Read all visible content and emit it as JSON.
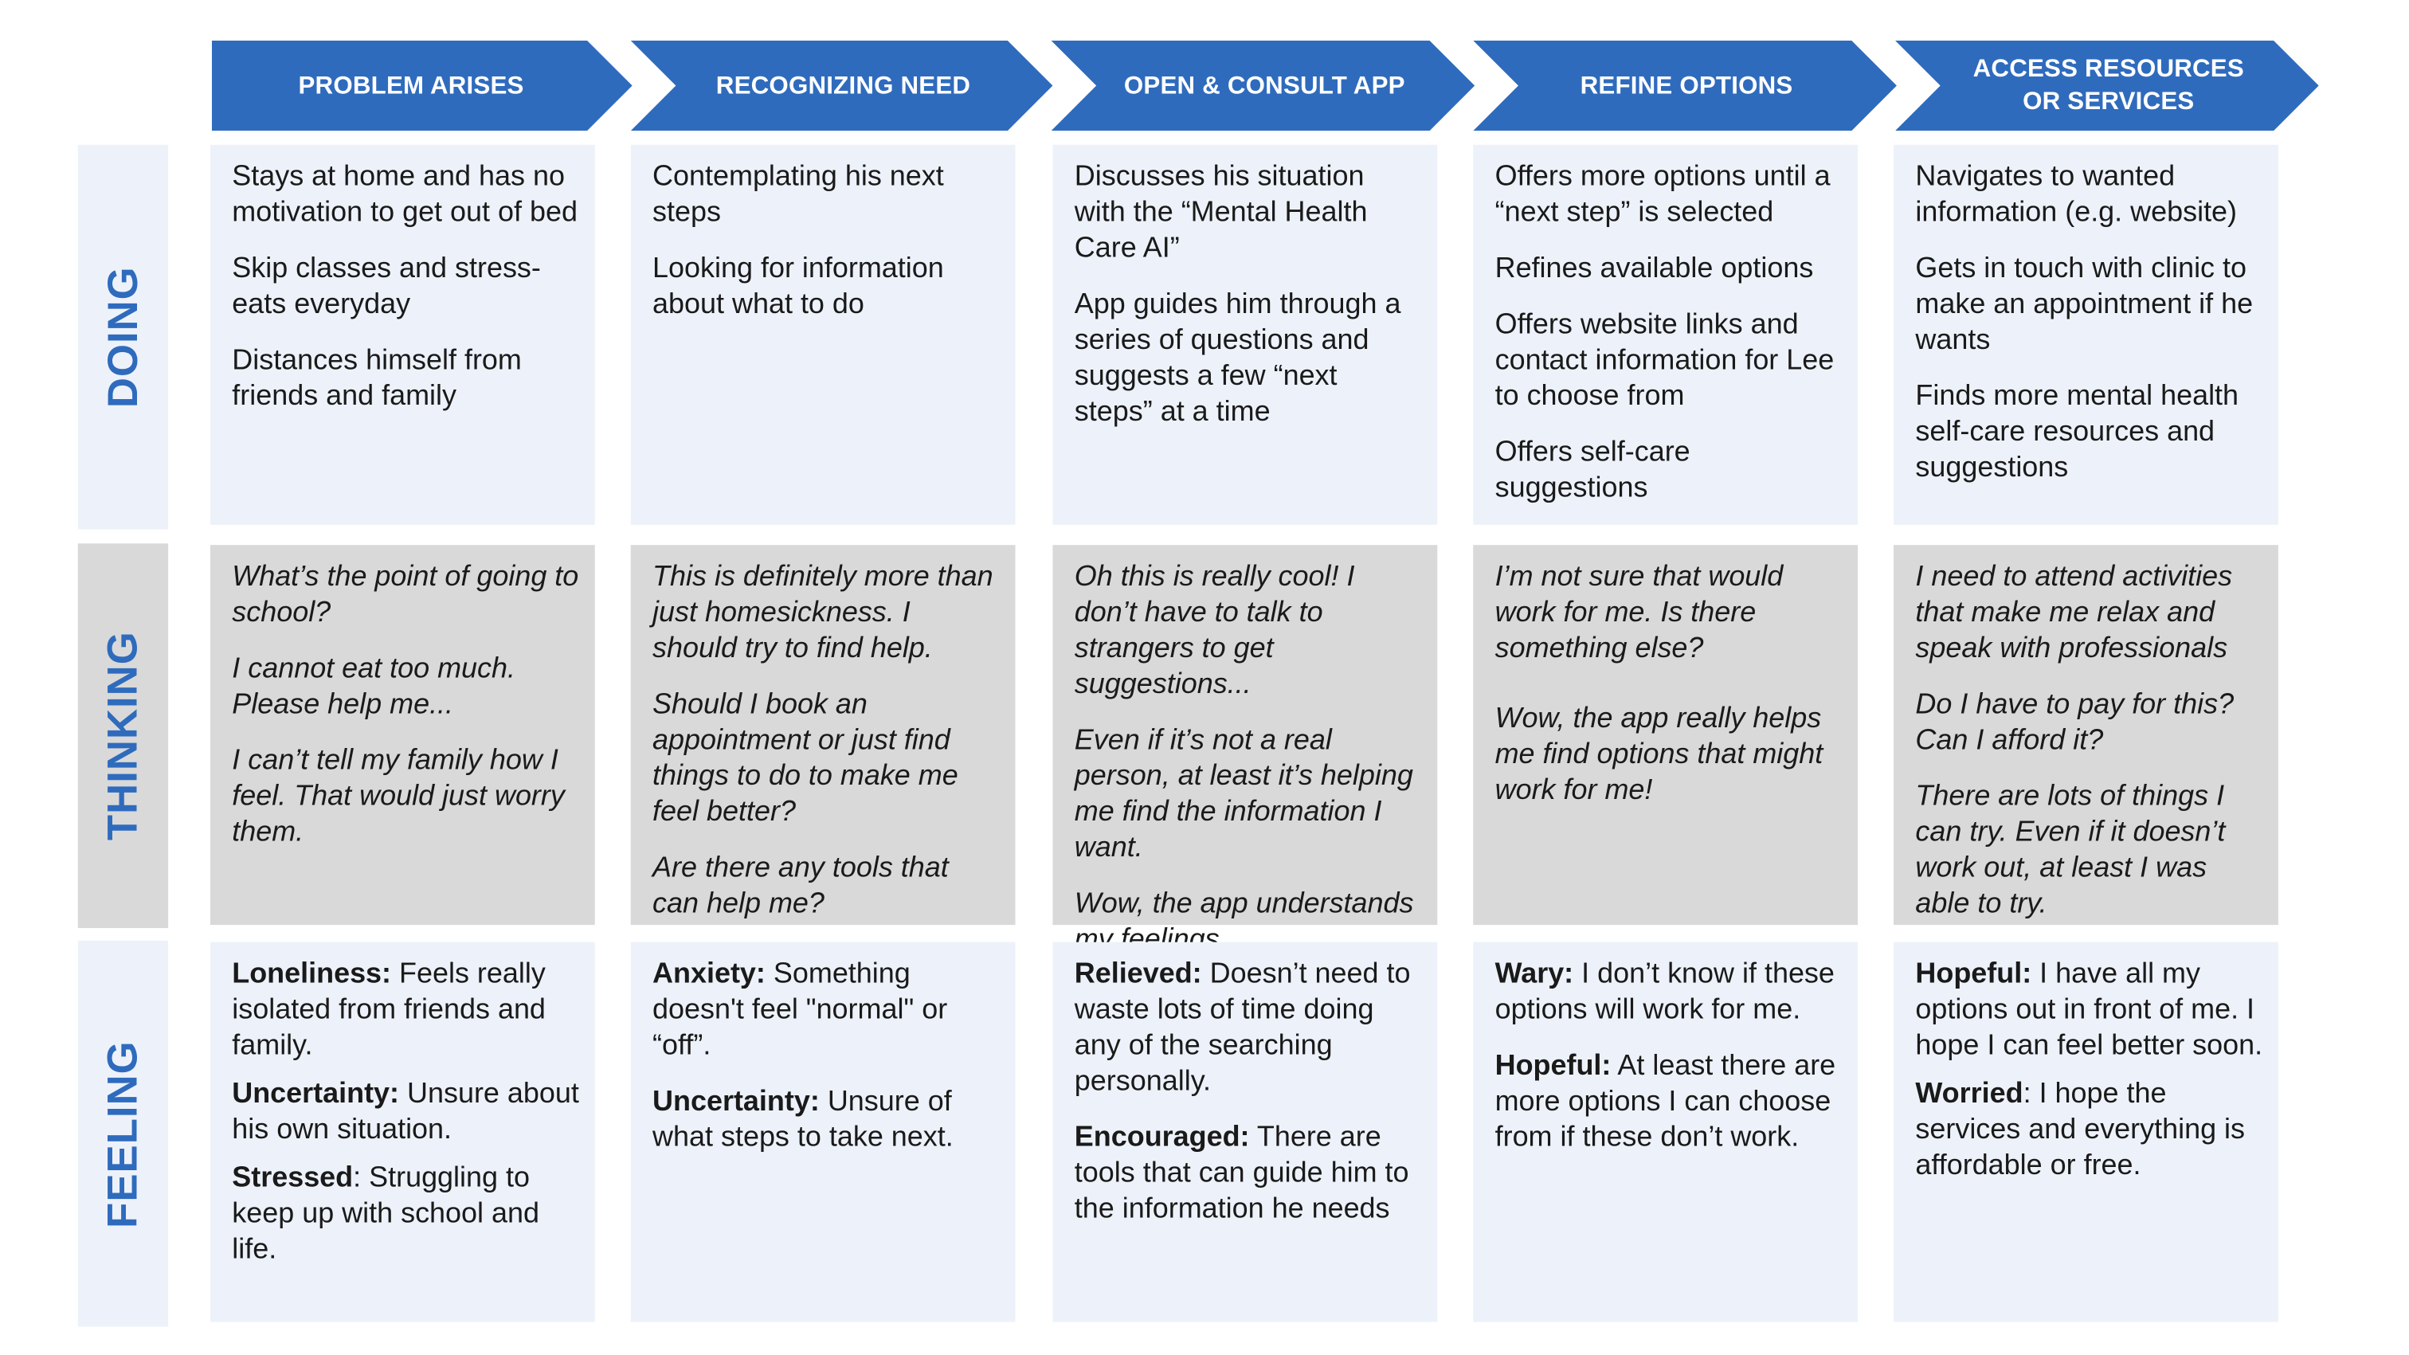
{
  "stages": [
    {
      "label": "PROBLEM ARISES"
    },
    {
      "label": "RECOGNIZING NEED"
    },
    {
      "label": "OPEN & CONSULT APP"
    },
    {
      "label": "REFINE OPTIONS"
    },
    {
      "label": "ACCESS RESOURCES\nOR SERVICES"
    }
  ],
  "rows": {
    "doing": "DOING",
    "thinking": "THINKING",
    "feeling": "FEELING"
  },
  "doing": [
    [
      "Stays at home and has no motivation to get out of bed",
      "Skip classes and stress-eats everyday",
      "Distances himself from friends and family"
    ],
    [
      "Contemplating his next steps",
      "Looking for information about what to do"
    ],
    [
      "Discusses his situation with the “Mental Health Care AI”",
      "App guides him through a series of questions and suggests a few “next steps” at a time"
    ],
    [
      "Offers more options until a “next step” is selected",
      "Refines available options",
      "Offers website links and contact information for Lee to choose from",
      "Offers self-care suggestions"
    ],
    [
      "Navigates to wanted information (e.g. website)",
      "Gets in touch with clinic to make an appointment if he wants",
      "Finds more mental health self-care resources and suggestions"
    ]
  ],
  "thinking": [
    [
      "What’s the point of going to school?",
      "I cannot eat too much. Please help me...",
      "I can’t tell my family how I feel. That would just worry them."
    ],
    [
      "This is definitely more than just homesickness. I should try to find help.",
      "Should I book an appointment or just find things to do to make me feel better?",
      "Are there any tools that can help me?"
    ],
    [
      "Oh this is really cool! I don’t have to talk to strangers to get suggestions...",
      "Even if it’s not a real person, at least it’s helping me find the information I want.",
      "Wow, the app understands my feelings."
    ],
    [
      "I’m not sure that would work for me. Is there something else?",
      "Wow, the app really helps me find options that might work for me!"
    ],
    [
      "I need to attend activities that make me relax and speak with professionals",
      "Do I have to pay for this? Can I afford it?",
      "There are lots of things I can try. Even if it doesn’t work out, at least I was able to try."
    ]
  ],
  "feeling": [
    [
      {
        "term": "Loneliness:",
        "text": " Feels really isolated from friends and family."
      },
      {
        "term": "Uncertainty:",
        "text": " Unsure about his own situation."
      },
      {
        "term": "Stressed",
        "text": ": Struggling to keep up with school and life."
      }
    ],
    [
      {
        "term": "Anxiety:",
        "text": " Something doesn't feel \"normal\" or “off”."
      },
      {
        "term": "Uncertainty:",
        "text": " Unsure of what steps to take next."
      }
    ],
    [
      {
        "term": "Relieved:",
        "text": " Doesn’t need to waste lots of time doing any of the searching personally."
      },
      {
        "term": "Encouraged:",
        "text": " There are tools that can guide him to the information he needs"
      }
    ],
    [
      {
        "term": "Wary:",
        "text": " I don’t know if these options will work for me."
      },
      {
        "term": "Hopeful:",
        "text": " At least there are more options I can choose from if these don’t work."
      }
    ],
    [
      {
        "term": "Hopeful:",
        "text": " I have all my options out in front of me. I hope I can feel better soon."
      },
      {
        "term": "Worried",
        "text": ": I hope the services and everything is affordable or free."
      }
    ]
  ]
}
